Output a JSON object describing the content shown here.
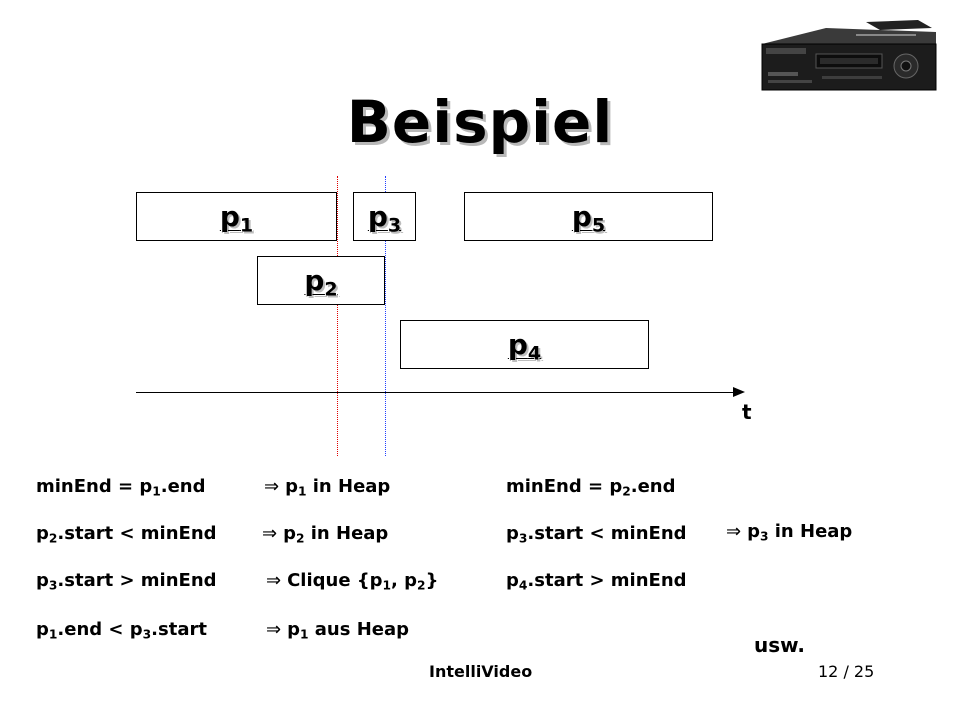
{
  "title": "Beispiel",
  "intervals": [
    {
      "id": "p1",
      "name": "p",
      "sub": "1"
    },
    {
      "id": "p3",
      "name": "p",
      "sub": "3"
    },
    {
      "id": "p5",
      "name": "p",
      "sub": "5"
    },
    {
      "id": "p2",
      "name": "p",
      "sub": "2"
    },
    {
      "id": "p4",
      "name": "p",
      "sub": "4"
    }
  ],
  "axis_label": "t",
  "left_steps": {
    "row1": {
      "a": "minEnd = p",
      "s1": "1",
      "b": ".end",
      "res_a": "p",
      "rs1": "1",
      "res_b": " in Heap"
    },
    "row2": {
      "a": "p",
      "s1": "2",
      "b": ".start < minEnd",
      "res_a": "p",
      "rs1": "2",
      "res_b": " in Heap"
    },
    "row3": {
      "a": "p",
      "s1": "3",
      "b": ".start > minEnd",
      "res_a": "Clique {p",
      "rs1": "1",
      "res_b": ", p",
      "rs2": "2",
      "res_c": "}"
    },
    "row4": {
      "a": "p",
      "s1": "1",
      "b": ".end < p",
      "s2": "3",
      "c": ".start",
      "res_a": "p",
      "rs1": "1",
      "res_b": " aus Heap"
    }
  },
  "right_steps": {
    "row1": {
      "a": "minEnd = p",
      "s1": "2",
      "b": ".end"
    },
    "row2": {
      "a": "p",
      "s1": "3",
      "b": ".start < minEnd",
      "res_a": "p",
      "rs1": "3",
      "res_b": " in Heap"
    },
    "row3": {
      "a": "p",
      "s1": "4",
      "b": ".start > minEnd"
    }
  },
  "arrow_symbol": "⇒",
  "usw": "usw.",
  "footer": {
    "center": "IntelliVideo",
    "page": "12 / 25"
  },
  "icons": {
    "corner": "vcr-device-icon"
  },
  "colors": {
    "separator_red": "#e00000",
    "separator_blue": "#2040ff"
  }
}
